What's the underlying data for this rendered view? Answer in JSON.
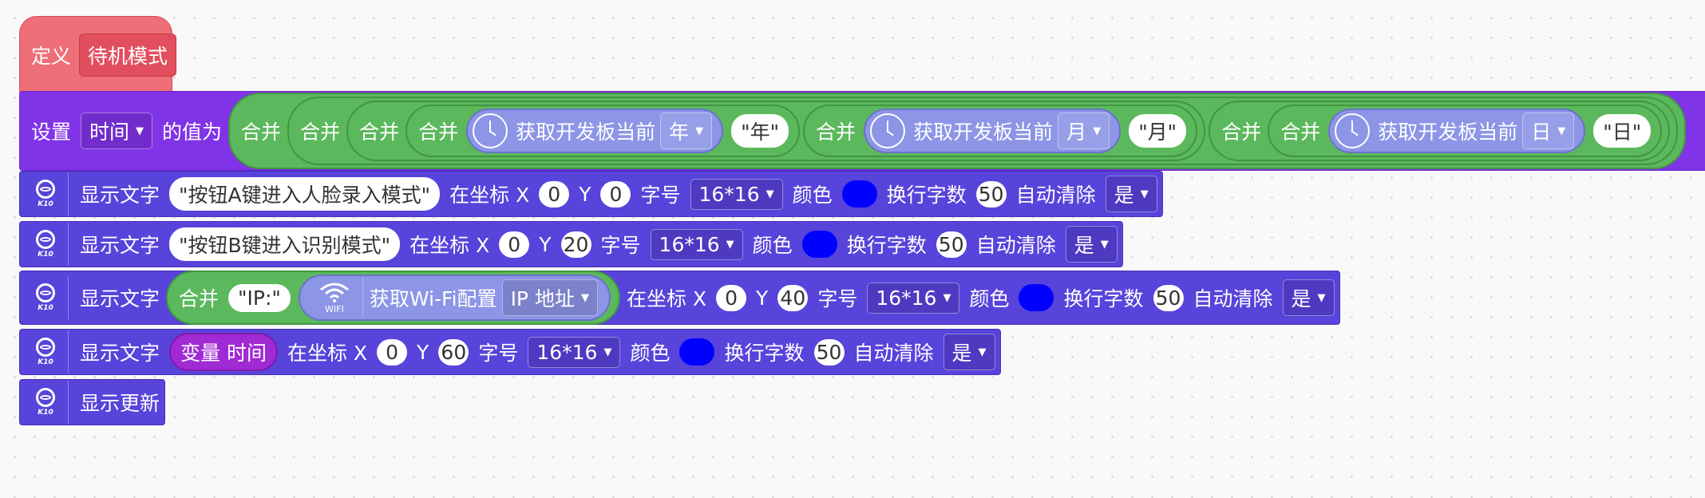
{
  "define_block": {
    "keyword": "定义",
    "name": "待机模式"
  },
  "set_block": {
    "label_set": "设置",
    "variable": "时间",
    "label_value": "的值为",
    "join_label": "合并",
    "board_time_label": "获取开发板当前",
    "year_unit": "年",
    "year_literal": "\"年\"",
    "month_unit": "月",
    "month_literal": "\"月\"",
    "day_unit": "日",
    "day_literal": "\"日\""
  },
  "k10": {
    "icon_label": "K10",
    "display_text_label": "显示文字",
    "at_coord_label": "在坐标 X",
    "y_label": "Y",
    "font_label": "字号",
    "color_label": "颜色",
    "wrap_label": "换行字数",
    "autoclear_label": "自动清除",
    "update_label": "显示更新"
  },
  "rows": [
    {
      "text": "\"按钮A键进入人脸录入模式\"",
      "x": "0",
      "y": "0",
      "font": "16*16",
      "color": "#0000ff",
      "wrap": "50",
      "autoclear": "是"
    },
    {
      "text": "\"按钮B键进入识别模式\"",
      "x": "0",
      "y": "20",
      "font": "16*16",
      "color": "#0000ff",
      "wrap": "50",
      "autoclear": "是"
    },
    {
      "join_label": "合并",
      "ip_prefix": "\"IP:\"",
      "wifi_icon_label": "WIFI",
      "wifi_label": "获取Wi-Fi配置",
      "wifi_option": "IP 地址",
      "x": "0",
      "y": "40",
      "font": "16*16",
      "color": "#0000ff",
      "wrap": "50",
      "autoclear": "是"
    },
    {
      "variable_label": "变量 时间",
      "x": "0",
      "y": "60",
      "font": "16*16",
      "color": "#0000ff",
      "wrap": "50",
      "autoclear": "是"
    }
  ],
  "icons": {
    "k10_device": "k10-icon",
    "clock": "clock-icon",
    "wifi": "wifi-icon",
    "dropdown": "dropdown-arrow-icon"
  }
}
